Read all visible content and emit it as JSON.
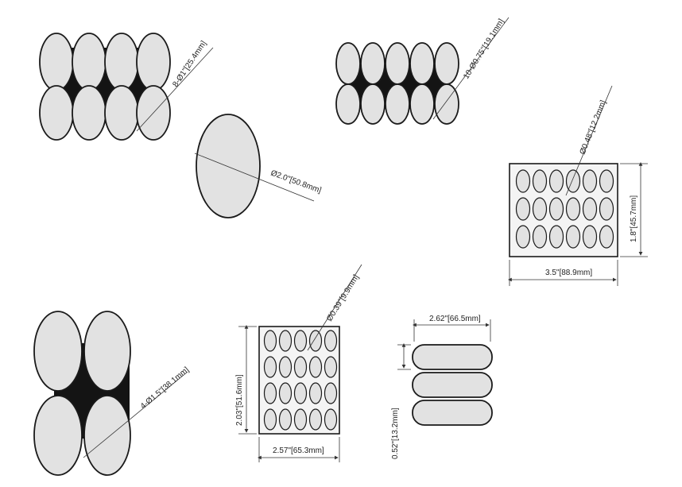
{
  "colors": {
    "fill": "#e2e2e2",
    "stroke": "#1a1a1a",
    "web": "#141414",
    "background": "#ffffff"
  },
  "figures": {
    "cluster_8": {
      "label": "8-Ø1\"[25.4mm]"
    },
    "cluster_10": {
      "label": "10-Ø0.75\"[19.1mm]"
    },
    "single": {
      "label": "Ø2.0\"[50.8mm]"
    },
    "grid_18": {
      "dia_label": "Ø0.48\"[12.2mm]",
      "width_label": "3.5\"[88.9mm]",
      "height_label": "1.8\"[45.7mm]"
    },
    "cluster_4": {
      "label": "4-Ø1.5\"[38.1mm]"
    },
    "grid_20": {
      "dia_label": "Ø0.39\"[9.9mm]",
      "width_label": "2.57\"[65.3mm]",
      "height_label": "2.03\"[51.6mm]"
    },
    "bars_3": {
      "width_label": "2.62\"[66.5mm]",
      "height_label": "0.52\"[13.2mm]"
    }
  }
}
